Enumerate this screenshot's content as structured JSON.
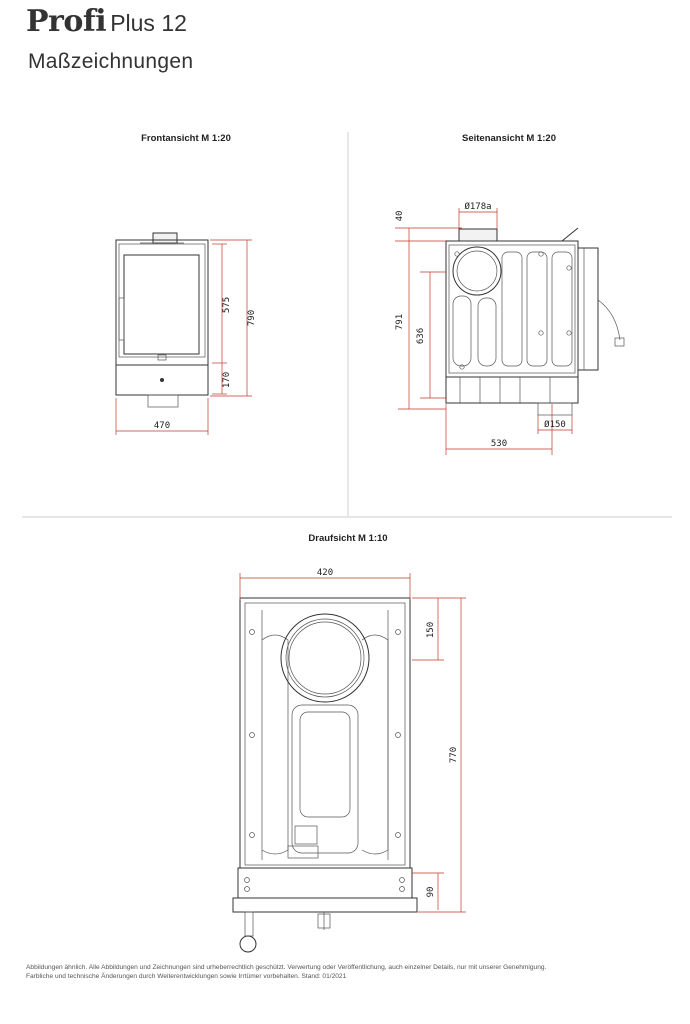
{
  "header": {
    "brand": "Profi",
    "model": "Plus 12",
    "subtitle": "Maßzeichnungen"
  },
  "views": {
    "front": {
      "label": "Frontansicht M 1:20",
      "dims": {
        "width": "470",
        "door_height": "575",
        "total_height": "790",
        "base_height": "170"
      }
    },
    "side": {
      "label": "Seitenansicht M 1:20",
      "dims": {
        "top": "40",
        "flue_top": "Ø178a",
        "total_height": "791",
        "inner_height": "636",
        "depth": "530",
        "flue_bottom": "Ø150"
      }
    },
    "top": {
      "label": "Draufsicht M 1:10",
      "dims": {
        "width": "420",
        "front_depth": "150",
        "total_depth": "770",
        "rear_depth": "90"
      }
    }
  },
  "footer": {
    "line1": "Abbildungen ähnlich. Alle Abbildungen und Zeichnungen sind urheberrechtlich geschützt. Verwertung oder Veröffentlichung, auch einzelner Details, nur mit unserer Genehmigung.",
    "line2": "Farbliche und technische Änderungen durch Weiterentwicklungen sowie Irrtümer vorbehalten. Stand: 01/2021"
  }
}
